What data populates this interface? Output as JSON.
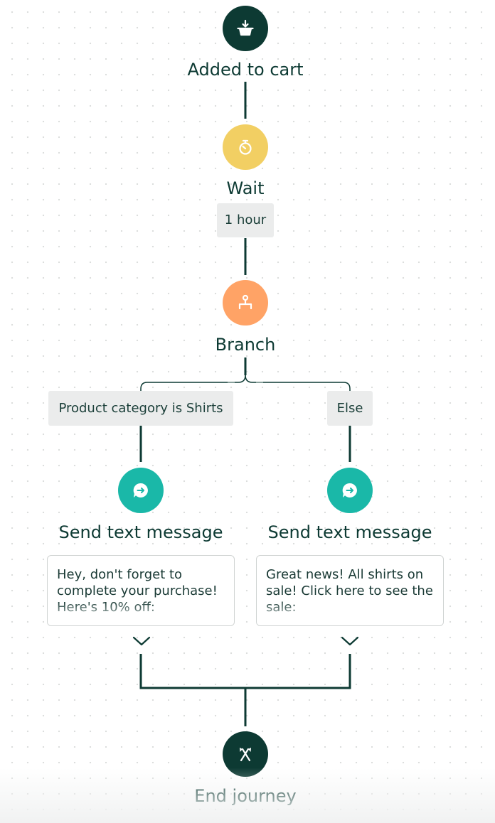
{
  "colors": {
    "dark": "#0d3a33",
    "wait": "#f2cf63",
    "branch": "#ffa366",
    "message": "#1ab8a8",
    "chip_bg": "#ebecec"
  },
  "nodes": {
    "trigger": {
      "label": "Added to cart",
      "icon": "basket-download-icon"
    },
    "wait": {
      "label": "Wait",
      "duration": "1 hour",
      "icon": "stopwatch-icon"
    },
    "branch": {
      "label": "Branch",
      "icon": "split-branch-icon"
    },
    "end": {
      "label": "End journey",
      "icon": "crossed-flags-icon"
    }
  },
  "branches": [
    {
      "condition": "Product category is Shirts",
      "action": {
        "label": "Send text message",
        "icon": "chat-arrow-icon",
        "preview": "Hey, don't forget to complete your purchase! Here's 10% off:"
      }
    },
    {
      "condition": "Else",
      "action": {
        "label": "Send text message",
        "icon": "chat-arrow-icon",
        "preview": "Great news! All shirts on sale! Click here to see the sale:"
      }
    }
  ]
}
